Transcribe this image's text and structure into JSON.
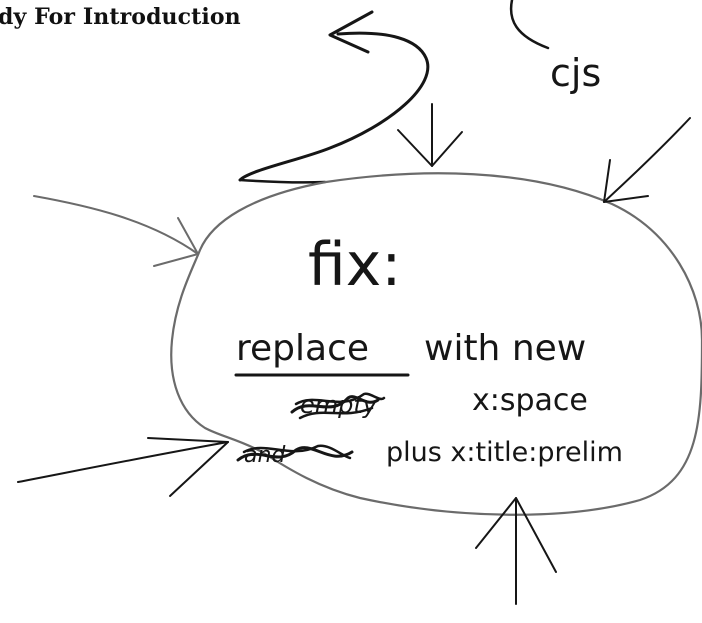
{
  "document": {
    "printed_heading": "dy For Introduction"
  },
  "annotation": {
    "initials": "cjs",
    "fix_label": "fix:",
    "line1_underlined": "replace",
    "line1_rest": "with new",
    "line2": "x:space",
    "line3": "plus x:title:prelim",
    "scribbled_words": [
      "empty",
      "and"
    ]
  },
  "colors": {
    "ink": "#161616",
    "pencil": "#6b6b6b",
    "paper": "#ffffff"
  }
}
